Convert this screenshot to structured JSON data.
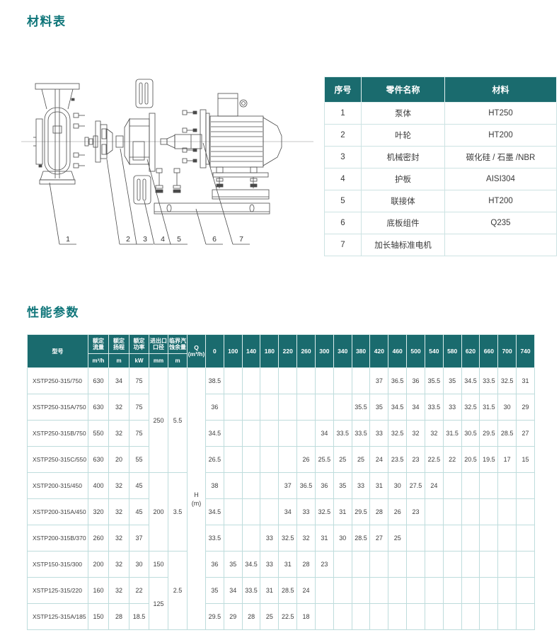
{
  "titles": {
    "materials": "材料表",
    "performance": "性能参数"
  },
  "materials_table": {
    "headers": [
      "序号",
      "零件名称",
      "材料"
    ],
    "rows": [
      [
        "1",
        "泵体",
        "HT250"
      ],
      [
        "2",
        "叶轮",
        "HT200"
      ],
      [
        "3",
        "机械密封",
        "碳化硅 / 石墨 /NBR"
      ],
      [
        "4",
        "护板",
        "AISI304"
      ],
      [
        "5",
        "联接体",
        "HT200"
      ],
      [
        "6",
        "底板组件",
        "Q235"
      ],
      [
        "7",
        "加长轴标准电机",
        ""
      ]
    ]
  },
  "diagram": {
    "part_labels": [
      "1",
      "2",
      "3",
      "4",
      "5",
      "6",
      "7"
    ]
  },
  "performance_table": {
    "model_header": "型号",
    "spec_columns": [
      {
        "lines": [
          "额定",
          "流量"
        ],
        "unit": "m³/h"
      },
      {
        "lines": [
          "额定",
          "扬程"
        ],
        "unit": "m"
      },
      {
        "lines": [
          "额定",
          "功率"
        ],
        "unit": "kW"
      },
      {
        "lines": [
          "进出口",
          "口径"
        ],
        "unit": "mm"
      },
      {
        "lines": [
          "临界汽",
          "蚀余量"
        ],
        "unit": "m"
      }
    ],
    "q_header": {
      "label": "Q",
      "unit": "(m³/h)"
    },
    "flow_points": [
      "0",
      "100",
      "140",
      "180",
      "220",
      "260",
      "300",
      "340",
      "380",
      "420",
      "460",
      "500",
      "540",
      "580",
      "620",
      "660",
      "700",
      "740"
    ],
    "h_cell": {
      "label": "H",
      "unit": "(m)"
    },
    "diameter_groups": [
      {
        "value": "250",
        "rows": 4
      },
      {
        "value": "200",
        "rows": 3
      },
      {
        "value": "150",
        "rows": 1
      },
      {
        "value": "125",
        "rows": 2
      }
    ],
    "npsh_groups": [
      {
        "value": "5.5",
        "rows": 4
      },
      {
        "value": "3.5",
        "rows": 3
      },
      {
        "value": "2.5",
        "rows": 3
      }
    ],
    "rows": [
      {
        "model": "XSTP250-315/750",
        "flow": "630",
        "head": "34",
        "power": "75",
        "h_values": [
          38.5,
          null,
          null,
          null,
          null,
          null,
          null,
          null,
          null,
          37,
          36.5,
          36,
          35.5,
          35,
          34.5,
          33.5,
          32.5,
          31
        ]
      },
      {
        "model": "XSTP250-315A/750",
        "flow": "630",
        "head": "32",
        "power": "75",
        "h_values": [
          36,
          null,
          null,
          null,
          null,
          null,
          null,
          null,
          35.5,
          35,
          34.5,
          34,
          33.5,
          33,
          32.5,
          31.5,
          30,
          29
        ]
      },
      {
        "model": "XSTP250-315B/750",
        "flow": "550",
        "head": "32",
        "power": "75",
        "h_values": [
          34.5,
          null,
          null,
          null,
          null,
          null,
          34,
          33.5,
          33.5,
          33,
          32.5,
          32,
          32,
          31.5,
          30.5,
          29.5,
          28.5,
          27
        ]
      },
      {
        "model": "XSTP250-315C/550",
        "flow": "630",
        "head": "20",
        "power": "55",
        "h_values": [
          26.5,
          null,
          null,
          null,
          null,
          26,
          25.5,
          25,
          25,
          24,
          23.5,
          23,
          22.5,
          22,
          20.5,
          19.5,
          17,
          15
        ]
      },
      {
        "model": "XSTP200-315/450",
        "flow": "400",
        "head": "32",
        "power": "45",
        "h_values": [
          38,
          null,
          null,
          null,
          37,
          36.5,
          36,
          35,
          33,
          31,
          30,
          27.5,
          24,
          null,
          null,
          null,
          null,
          null
        ]
      },
      {
        "model": "XSTP200-315A/450",
        "flow": "320",
        "head": "32",
        "power": "45",
        "h_values": [
          34.5,
          null,
          null,
          null,
          34,
          33,
          32.5,
          31,
          29.5,
          28,
          26,
          23,
          null,
          null,
          null,
          null,
          null,
          null
        ]
      },
      {
        "model": "XSTP200-315B/370",
        "flow": "260",
        "head": "32",
        "power": "37",
        "h_values": [
          33.5,
          null,
          null,
          33,
          32.5,
          32,
          31,
          30,
          28.5,
          27,
          25,
          null,
          null,
          null,
          null,
          null,
          null,
          null
        ]
      },
      {
        "model": "XSTP150-315/300",
        "flow": "200",
        "head": "32",
        "power": "30",
        "h_values": [
          36,
          35,
          34.5,
          33,
          31,
          28,
          23,
          null,
          null,
          null,
          null,
          null,
          null,
          null,
          null,
          null,
          null,
          null
        ]
      },
      {
        "model": "XSTP125-315/220",
        "flow": "160",
        "head": "32",
        "power": "22",
        "h_values": [
          35,
          34,
          33.5,
          31,
          28.5,
          24,
          null,
          null,
          null,
          null,
          null,
          null,
          null,
          null,
          null,
          null,
          null,
          null
        ]
      },
      {
        "model": "XSTP125-315A/185",
        "flow": "150",
        "head": "28",
        "power": "18.5",
        "h_values": [
          29.5,
          29,
          28,
          25,
          22.5,
          18,
          null,
          null,
          null,
          null,
          null,
          null,
          null,
          null,
          null,
          null,
          null,
          null
        ]
      }
    ]
  },
  "colors": {
    "accent_teal": "#1a6b6e",
    "title_teal": "#10767a",
    "grid_light": "#bedcdc"
  }
}
